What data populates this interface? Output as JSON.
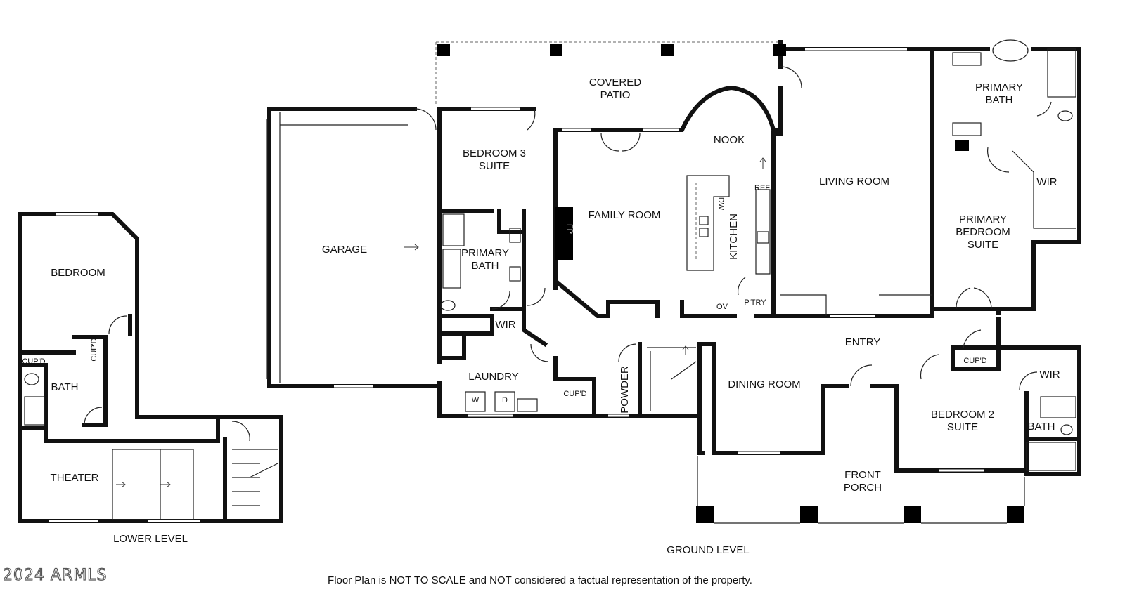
{
  "rooms": {
    "covered_patio": [
      "COVERED",
      "PATIO"
    ],
    "nook": "NOOK",
    "bedroom3": [
      "BEDROOM 3",
      "SUITE"
    ],
    "garage": "GARAGE",
    "family_room": "FAMILY ROOM",
    "fp": "FP",
    "kitchen": "KITCHEN",
    "dw": "DW",
    "ref": "REF",
    "ov": "OV",
    "ptry": "P'TRY",
    "living_room": "LIVING ROOM",
    "primary_bath_right": [
      "PRIMARY",
      "BATH"
    ],
    "wir_right": "WIR",
    "primary_suite": [
      "PRIMARY",
      "BEDROOM",
      "SUITE"
    ],
    "primary_bath_left": [
      "PRIMARY",
      "BATH"
    ],
    "wir_left": "WIR",
    "laundry": "LAUNDRY",
    "w": "W",
    "d": "D",
    "cupd_laundry": "CUP'D",
    "powder": "POWDER",
    "entry": "ENTRY",
    "dining_room": "DINING ROOM",
    "cupd_entry": "CUP'D",
    "wir_bed2": "WIR",
    "bedroom2": [
      "BEDROOM 2",
      "SUITE"
    ],
    "bath_bed2": "BATH",
    "front_porch": [
      "FRONT",
      "PORCH"
    ],
    "bedroom_lower": "BEDROOM",
    "cupd_lower_1": "CUP'D",
    "cupd_lower_2": "CUP'D",
    "bath_lower": "BATH",
    "theater": "THEATER"
  },
  "captions": {
    "lower_level": "LOWER LEVEL",
    "ground_level": "GROUND LEVEL",
    "disclaimer": "Floor Plan is NOT TO SCALE and NOT considered a factual representation of the property.",
    "watermark": "2024 ARMLS"
  }
}
